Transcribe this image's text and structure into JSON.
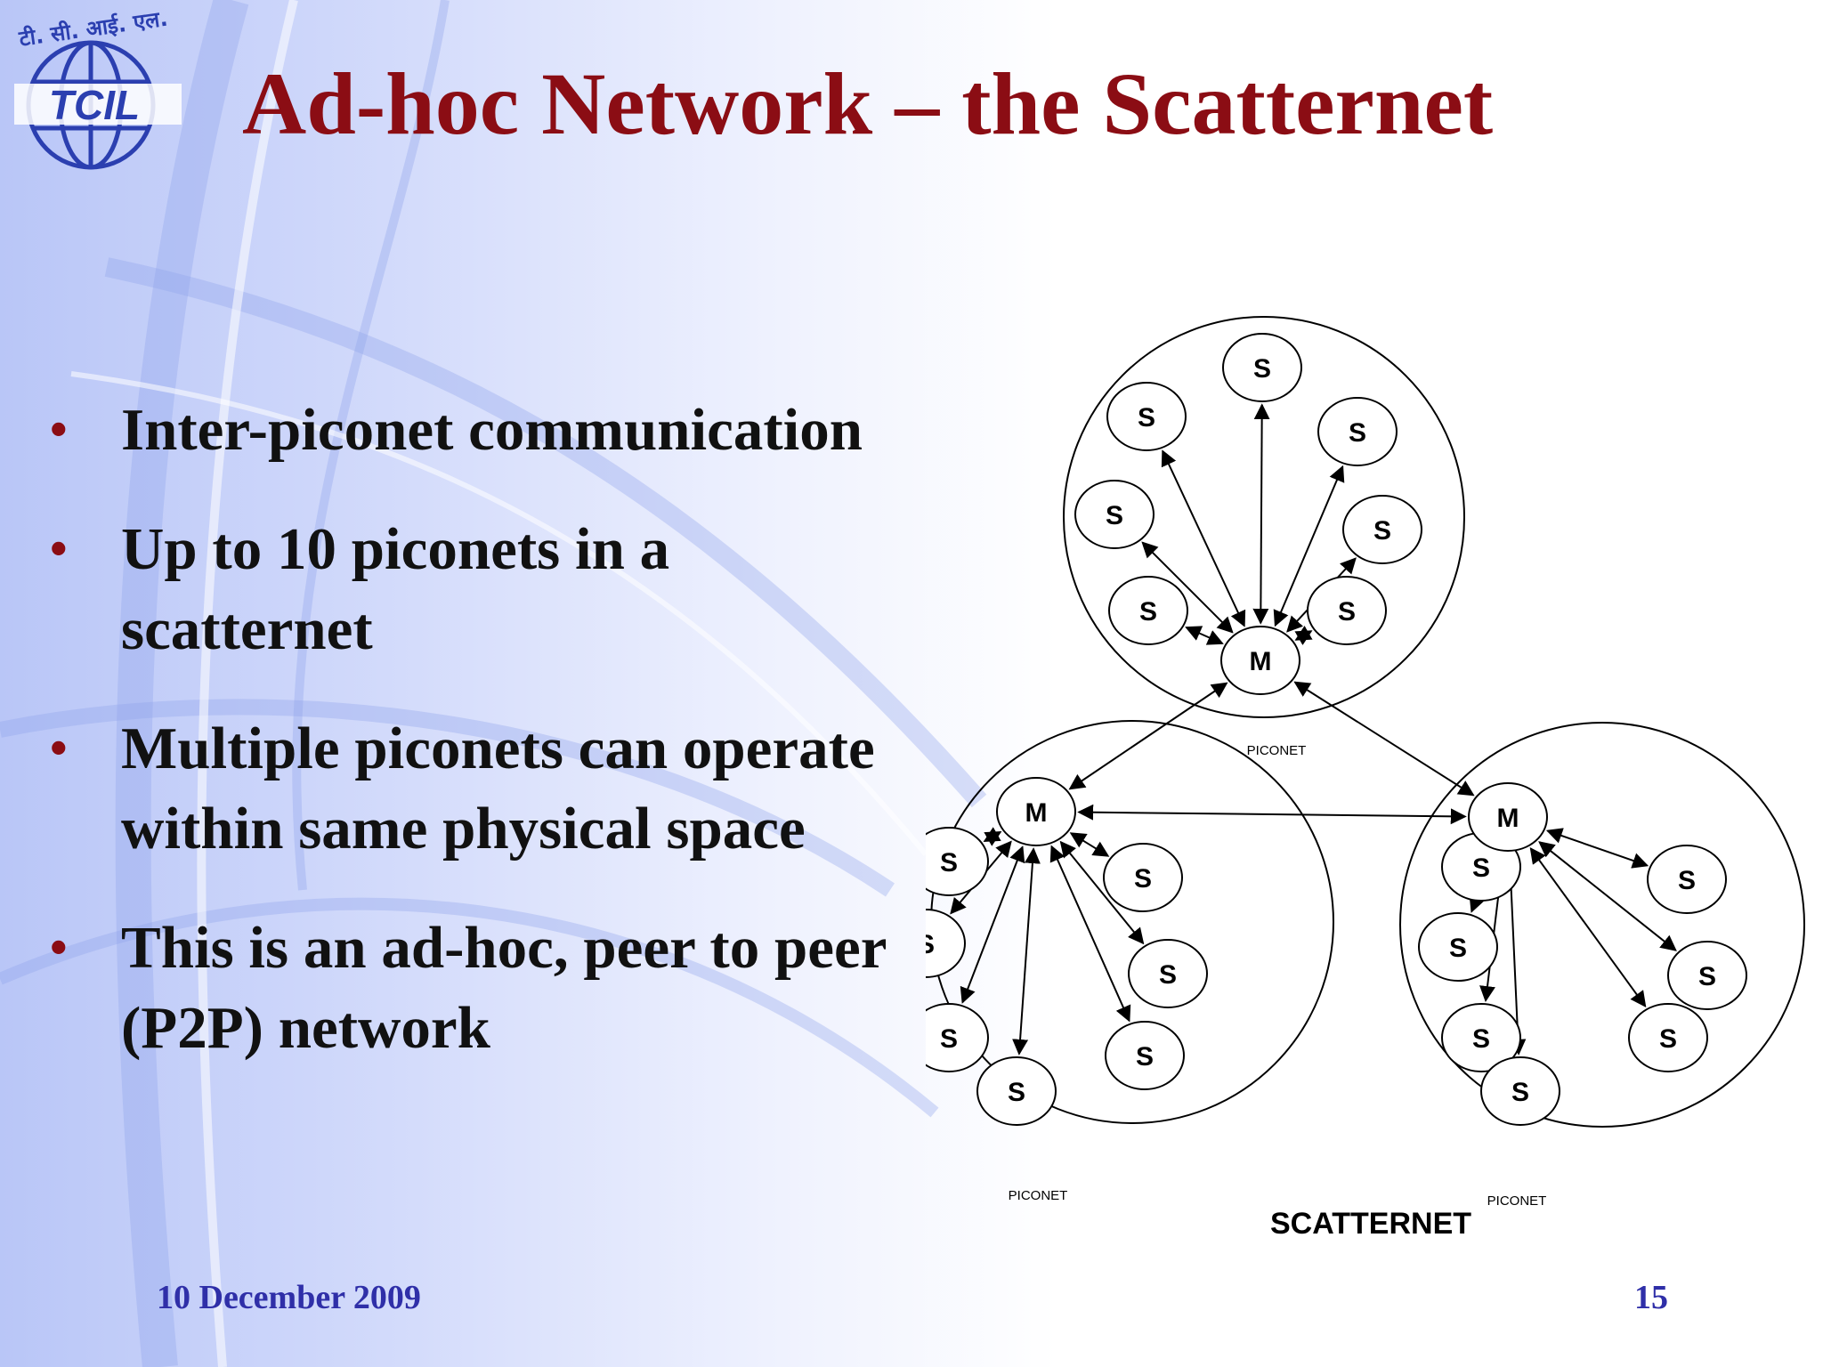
{
  "slide": {
    "title": "Ad-hoc Network – the Scatternet",
    "bullets": [
      "Inter-piconet communication",
      "Up to 10 piconets in a scatternet",
      "Multiple piconets can operate within same physical space",
      "This is an ad-hoc, peer to peer (P2P) network"
    ],
    "footer_date": "10 December 2009",
    "page_number": "15"
  },
  "logo": {
    "text": "TCIL",
    "script_text": "टी. सी. आई. एल."
  },
  "diagram": {
    "caption": "SCATTERNET",
    "piconet_label": "PICONET",
    "master_label": "M",
    "slave_label": "S"
  },
  "colors": {
    "title": "#8b0d14",
    "bullet_marker": "#8b0d14",
    "footer": "#2f2fa8",
    "logo": "#2b3fb0"
  }
}
